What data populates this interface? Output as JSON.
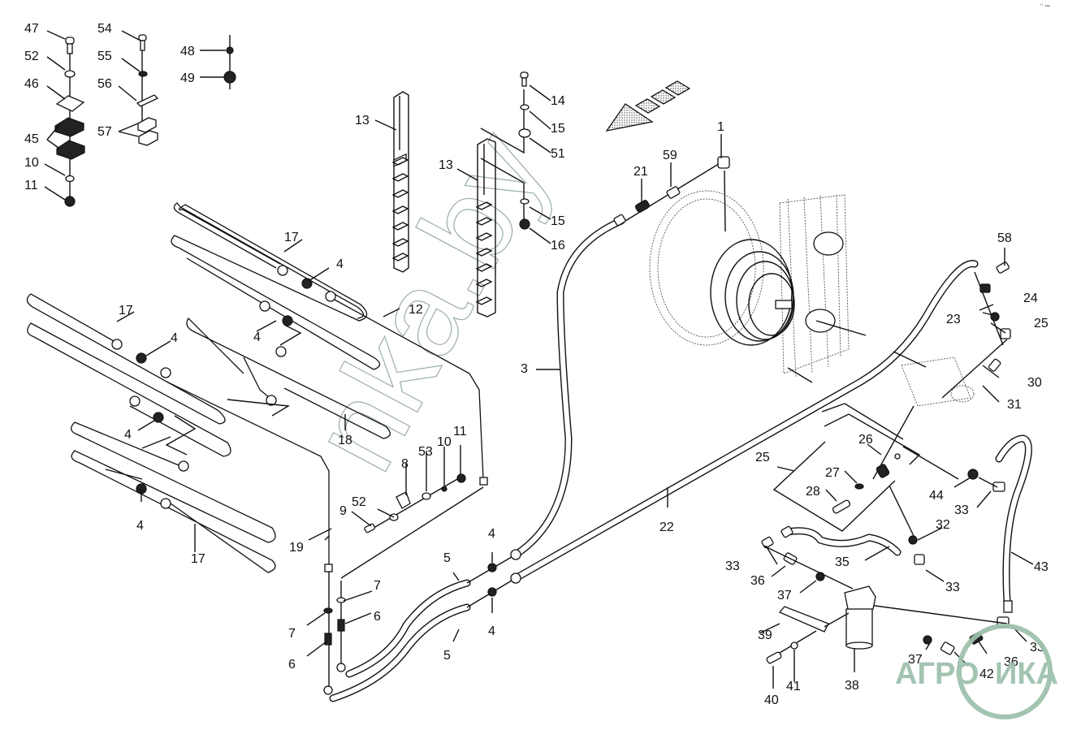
{
  "diagram": {
    "type": "exploded-parts-diagram",
    "subject": "hydraulic oil cooler / gearbox cooling lines",
    "direction_arrow": "travel-direction-arrow",
    "corner_mark": "°° ▪▪▪",
    "callouts": [
      {
        "id": "c47",
        "label": "47"
      },
      {
        "id": "c52a",
        "label": "52"
      },
      {
        "id": "c46",
        "label": "46"
      },
      {
        "id": "c45",
        "label": "45"
      },
      {
        "id": "c10a",
        "label": "10"
      },
      {
        "id": "c11a",
        "label": "11"
      },
      {
        "id": "c54",
        "label": "54"
      },
      {
        "id": "c55",
        "label": "55"
      },
      {
        "id": "c56",
        "label": "56"
      },
      {
        "id": "c57",
        "label": "57"
      },
      {
        "id": "c48",
        "label": "48"
      },
      {
        "id": "c49",
        "label": "49"
      },
      {
        "id": "c13a",
        "label": "13"
      },
      {
        "id": "c13b",
        "label": "13"
      },
      {
        "id": "c14",
        "label": "14"
      },
      {
        "id": "c15a",
        "label": "15"
      },
      {
        "id": "c51",
        "label": "51"
      },
      {
        "id": "c15b",
        "label": "15"
      },
      {
        "id": "c16",
        "label": "16"
      },
      {
        "id": "c1",
        "label": "1"
      },
      {
        "id": "c21",
        "label": "21"
      },
      {
        "id": "c59",
        "label": "59"
      },
      {
        "id": "c17a",
        "label": "17"
      },
      {
        "id": "c4a",
        "label": "4"
      },
      {
        "id": "c4b",
        "label": "4"
      },
      {
        "id": "c12",
        "label": "12"
      },
      {
        "id": "c17b",
        "label": "17"
      },
      {
        "id": "c4c",
        "label": "4"
      },
      {
        "id": "c4d",
        "label": "4"
      },
      {
        "id": "c4e",
        "label": "4"
      },
      {
        "id": "c17c",
        "label": "17"
      },
      {
        "id": "c18",
        "label": "18"
      },
      {
        "id": "c19",
        "label": "19"
      },
      {
        "id": "c3",
        "label": "3"
      },
      {
        "id": "c8",
        "label": "8"
      },
      {
        "id": "c53",
        "label": "53"
      },
      {
        "id": "c10b",
        "label": "10"
      },
      {
        "id": "c11b",
        "label": "11"
      },
      {
        "id": "c52b",
        "label": "52"
      },
      {
        "id": "c9",
        "label": "9"
      },
      {
        "id": "c7a",
        "label": "7"
      },
      {
        "id": "c7b",
        "label": "7"
      },
      {
        "id": "c6a",
        "label": "6"
      },
      {
        "id": "c6b",
        "label": "6"
      },
      {
        "id": "c5a",
        "label": "5"
      },
      {
        "id": "c5b",
        "label": "5"
      },
      {
        "id": "c4f",
        "label": "4"
      },
      {
        "id": "c4g",
        "label": "4"
      },
      {
        "id": "c22",
        "label": "22"
      },
      {
        "id": "c58",
        "label": "58"
      },
      {
        "id": "c24",
        "label": "24"
      },
      {
        "id": "c23",
        "label": "23"
      },
      {
        "id": "c25a",
        "label": "25"
      },
      {
        "id": "c30",
        "label": "30"
      },
      {
        "id": "c31",
        "label": "31"
      },
      {
        "id": "c25b",
        "label": "25"
      },
      {
        "id": "c26",
        "label": "26"
      },
      {
        "id": "c27",
        "label": "27"
      },
      {
        "id": "c28",
        "label": "28"
      },
      {
        "id": "c44",
        "label": "44"
      },
      {
        "id": "c33a",
        "label": "33"
      },
      {
        "id": "c32",
        "label": "32"
      },
      {
        "id": "c43",
        "label": "43"
      },
      {
        "id": "c33b",
        "label": "33"
      },
      {
        "id": "c35",
        "label": "35"
      },
      {
        "id": "c33c",
        "label": "33"
      },
      {
        "id": "c36a",
        "label": "36"
      },
      {
        "id": "c37a",
        "label": "37"
      },
      {
        "id": "c39",
        "label": "39"
      },
      {
        "id": "c38",
        "label": "38"
      },
      {
        "id": "c37b",
        "label": "37"
      },
      {
        "id": "c42",
        "label": "42"
      },
      {
        "id": "c36b",
        "label": "36"
      },
      {
        "id": "c33d",
        "label": "33"
      },
      {
        "id": "c40",
        "label": "40"
      },
      {
        "id": "c41",
        "label": "41"
      }
    ]
  },
  "watermarks": {
    "site": "nka.by",
    "brand": "АГРОИКА",
    "brand_left": "АГРО",
    "brand_right": "ИКА",
    "brand_color": "#9fc1ad"
  }
}
